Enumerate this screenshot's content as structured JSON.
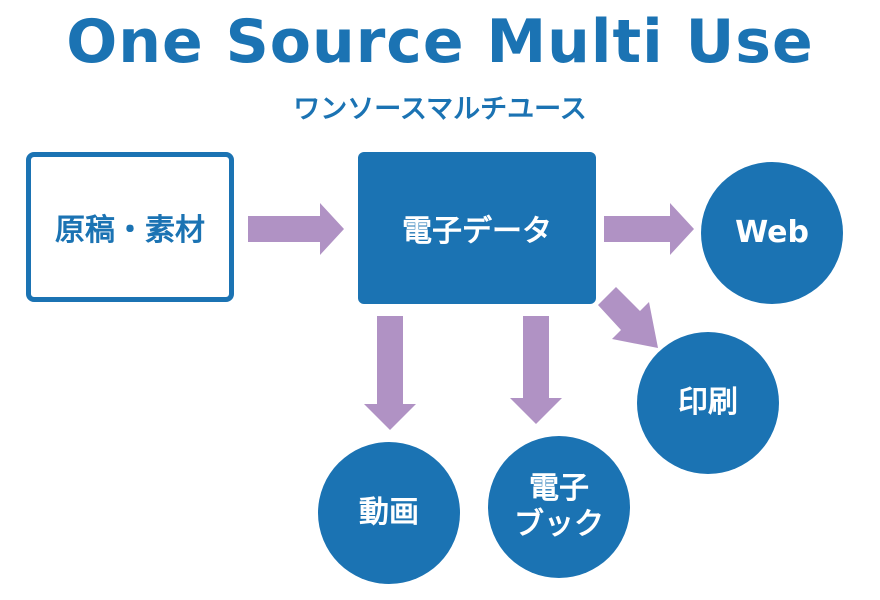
{
  "title": "One Source Multi Use",
  "subtitle": "ワンソースマルチユース",
  "nodes": {
    "source": "原稿・素材",
    "hub": "電子データ",
    "web": "Web",
    "print": "印刷",
    "video": "動画",
    "ebook_line1": "電子",
    "ebook_line2": "ブック"
  },
  "colors": {
    "primary": "#1b73b3",
    "arrow": "#b092c4",
    "background": "#ffffff"
  }
}
